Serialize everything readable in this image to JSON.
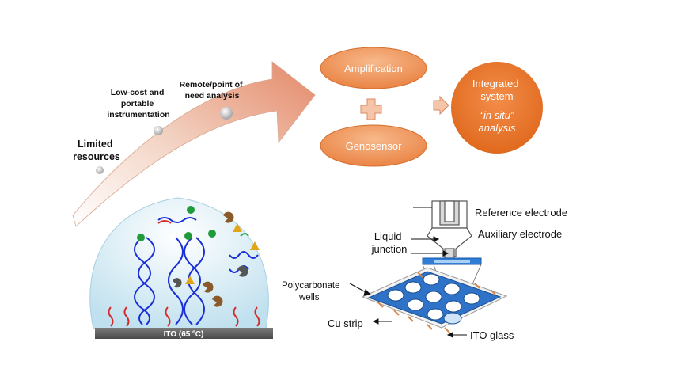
{
  "arrow": {
    "stage1": [
      "Limited",
      "resources"
    ],
    "stage2": [
      "Low-cost and",
      "portable",
      "instrumentation"
    ],
    "stage3": [
      "Remote/point of",
      "need analysis"
    ]
  },
  "flow": {
    "amplification": "Amplification",
    "genosensor": "Genosensor",
    "integrated": [
      "Integrated",
      "system"
    ],
    "in_situ": "“in situ”",
    "analysis": "analysis"
  },
  "bubble": {
    "substrate": "ITO (65 ºC)"
  },
  "device": {
    "reference_electrode": "Reference electrode",
    "auxiliary_electrode": "Auxiliary electrode",
    "liquid_junction": [
      "Liquid",
      "junction"
    ],
    "polycarbonate_wells": [
      "Polycarbonate",
      "wells"
    ],
    "cu_strip": "Cu strip",
    "ito_glass": "ITO glass"
  },
  "colors": {
    "orange": "#f08a4b",
    "orange_light": "#f8c6a0",
    "well_blue": "#1f6fd1",
    "dna_blue": "#1a2fd6",
    "bubble": "#cfe8f2"
  }
}
